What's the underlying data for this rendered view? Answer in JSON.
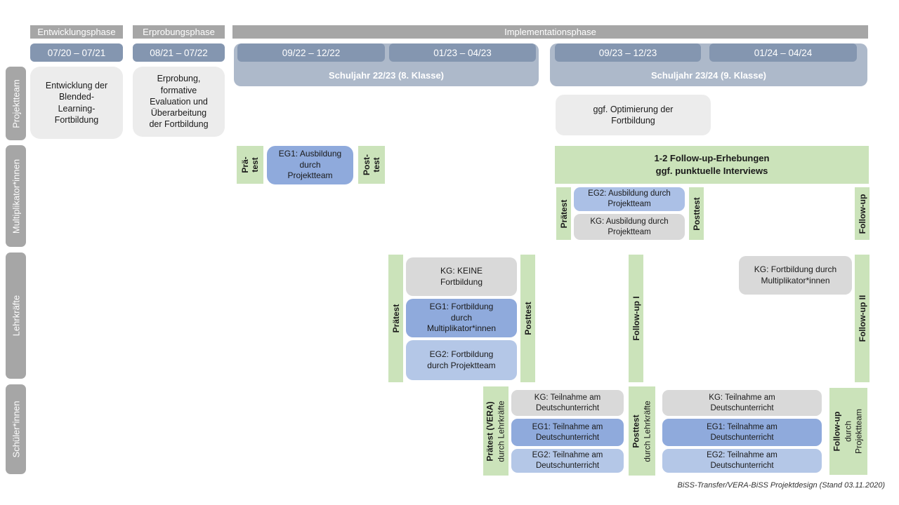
{
  "caption": "BiSS-Transfer/VERA-BiSS Projektdesign (Stand 03.11.2020)",
  "colors": {
    "phase_bar_gray": "#a6a6a6",
    "date_blue": "#8496b0",
    "year_band_blue": "#adb9ca",
    "eg1_blue": "#8faadc",
    "eg2_blue": "#b4c7e7",
    "kg_gray": "#d9d9d9",
    "project_gray": "#ececec",
    "test_green": "#cbe3ba"
  },
  "phases": {
    "entwicklung": {
      "label": "Entwicklungsphase",
      "date": "07/20 – 07/21"
    },
    "erprobung": {
      "label": "Erprobungsphase",
      "date": "08/21 – 07/22"
    },
    "implementation": {
      "label": "Implementationsphase",
      "year1": {
        "label": "Schuljahr 22/23 (8. Klasse)",
        "term1": "09/22 – 12/22",
        "term2": "01/23 – 04/23"
      },
      "year2": {
        "label": "Schuljahr 23/24 (9. Klasse)",
        "term1": "09/23 – 12/23",
        "term2": "01/24 – 04/24"
      }
    }
  },
  "row_labels": {
    "projektteam": "Projektteam",
    "multiplikatoren": "Multiplikator*innen",
    "lehrkraefte": "Lehrkräfte",
    "schueler": "Schüler*innen"
  },
  "projektteam": {
    "entwicklung_box": "Entwicklung der Blended-Learning-Fortbildung",
    "erprobung_box": "Erprobung, formative Evaluation und Überarbeitung der Fortbildung",
    "optimierung_box": "ggf. Optimierung der Fortbildung"
  },
  "multiplikatoren": {
    "praetest1": "Prä-\ntest",
    "eg1_box": "EG1: Ausbildung durch Projektteam",
    "posttest1": "Post-\ntest",
    "followup_box": "1-2 Follow-up-Erhebungen\nggf. punktuelle Interviews",
    "praetest2": "Prätest",
    "eg2_box": "EG2: Ausbildung durch Projektteam",
    "kg_box": "KG: Ausbildung durch Projektteam",
    "posttest2": "Posttest",
    "followup": "Follow-up"
  },
  "lehrkraefte": {
    "praetest": "Prätest",
    "kg_box": "KG: KEINE Fortbildung",
    "eg1_box": "EG1: Fortbildung durch Multiplikator*innen",
    "eg2_box": "EG2: Fortbildung durch Projektteam",
    "posttest": "Posttest",
    "followup1": "Follow-up I",
    "kg2_box": "KG: Fortbildung durch Multiplikator*innen",
    "followup2": "Follow-up II"
  },
  "schueler": {
    "praetest_main": "Prätest (VERA)",
    "praetest_sub": "durch Lehrkräfte",
    "kg1_box": "KG: Teilnahme am Deutschunterricht",
    "eg1a_box": "EG1: Teilnahme am Deutschunterricht",
    "eg2a_box": "EG2: Teilnahme am Deutschunterricht",
    "posttest_main": "Posttest",
    "posttest_sub": "durch Lehrkräfte",
    "kg2_box": "KG: Teilnahme am Deutschunterricht",
    "eg1b_box": "EG1: Teilnahme am Deutschunterricht",
    "eg2b_box": "EG2: Teilnahme am Deutschunterricht",
    "followup_main": "Follow-up",
    "followup_sub1": "durch",
    "followup_sub2": "Projektteam"
  }
}
